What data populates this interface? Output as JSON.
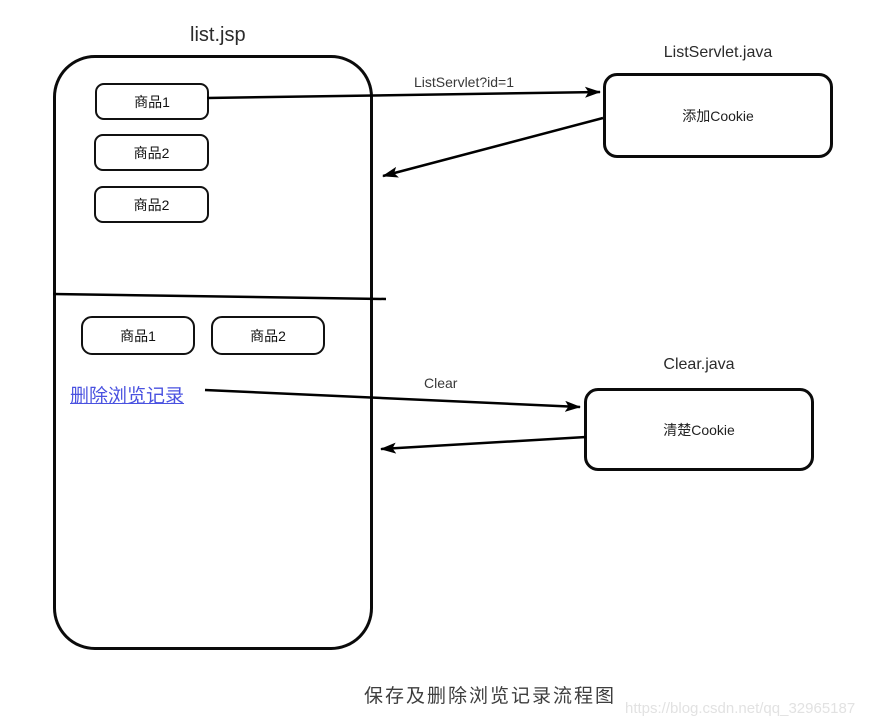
{
  "caption": "保存及删除浏览记录流程图",
  "watermark": "https://blog.csdn.net/qq_32965187",
  "list_jsp": {
    "title": "list.jsp",
    "top_products": [
      "商品1",
      "商品2",
      "商品2"
    ],
    "bottom_products": [
      "商品1",
      "商品2"
    ],
    "delete_link": "删除浏览记录"
  },
  "servlets": [
    {
      "title": "ListServlet.java",
      "body": "添加Cookie"
    },
    {
      "title": "Clear.java",
      "body": "清楚Cookie"
    }
  ],
  "arrows": [
    {
      "from": "商品1",
      "to": "ListServlet.java",
      "label": "ListServlet?id=1"
    },
    {
      "from": "ListServlet.java",
      "to": "list.jsp",
      "label": ""
    },
    {
      "from": "删除浏览记录",
      "to": "Clear.java",
      "label": "Clear"
    },
    {
      "from": "Clear.java",
      "to": "list.jsp",
      "label": ""
    }
  ],
  "colors": {
    "link": "#4a52e0",
    "line": "#000000",
    "watermark": "#e2e2e2"
  }
}
